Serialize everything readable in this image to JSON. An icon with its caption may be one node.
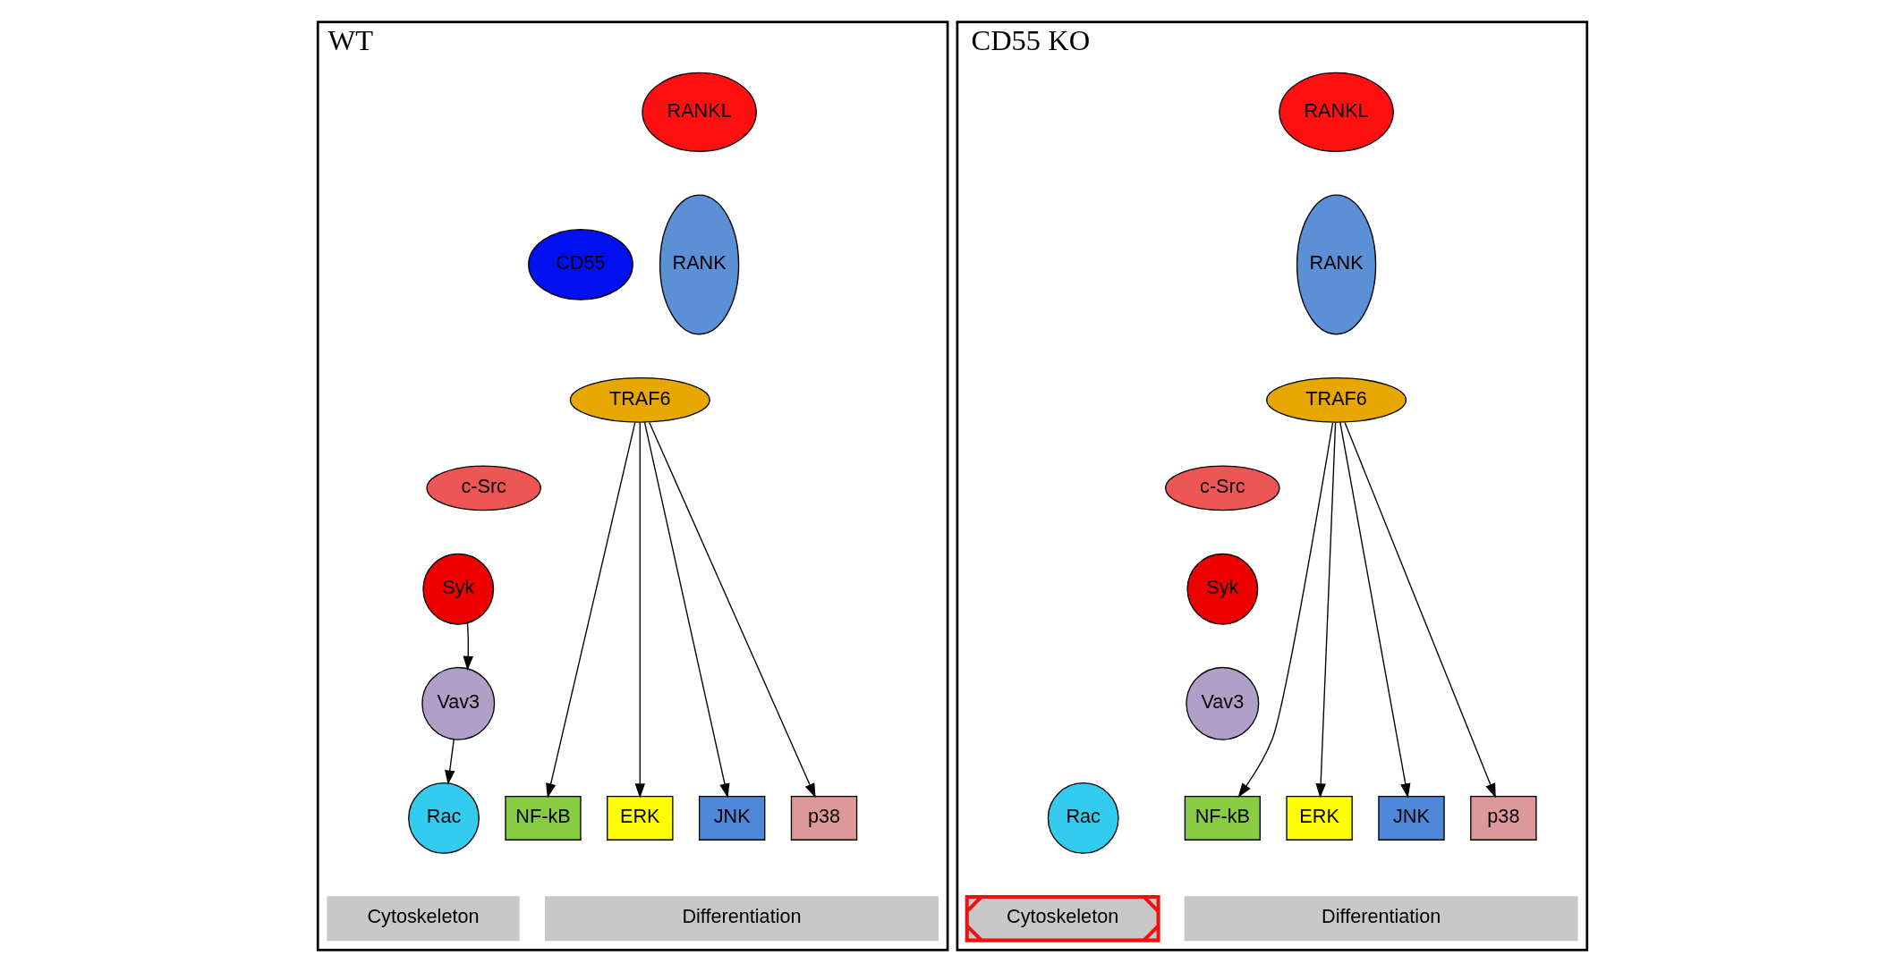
{
  "diagram": {
    "nodes": [
      {
        "text": [
          "WT"
        ]
      },
      {
        "text": [
          "RANKL"
        ],
        "in": 0
      },
      {
        "text": [
          "RANK"
        ],
        "in": 0
      },
      {
        "text": [
          "CD55"
        ],
        "in": 0
      },
      {
        "text": [
          "TRAF6"
        ],
        "in": 0
      },
      {
        "text": [
          "c-Src"
        ],
        "in": 0
      },
      {
        "text": [
          "Syk"
        ],
        "in": 0
      },
      {
        "text": [
          "Vav3"
        ],
        "in": 0
      },
      {
        "text": [
          "Rac"
        ],
        "in": 0
      },
      {
        "text": [
          "NF-kB"
        ],
        "in": 0
      },
      {
        "text": [
          "ERK"
        ],
        "in": 0
      },
      {
        "text": [
          "JNK"
        ],
        "in": 0
      },
      {
        "text": [
          "p38"
        ],
        "in": 0
      },
      {
        "text": [
          "Differentiation"
        ],
        "in": 0
      },
      {
        "text": [
          "Cytoskeleton"
        ],
        "in": 0
      },
      {
        "text": [
          "CD55 KO"
        ]
      },
      {
        "text": [
          "RANKL"
        ],
        "in": 15
      },
      {
        "text": [
          "RANK"
        ],
        "in": 15
      },
      {
        "text": [
          "TRAF6"
        ],
        "in": 15
      },
      {
        "text": [
          "c-Src"
        ],
        "in": 15
      },
      {
        "text": [
          "Syk"
        ],
        "in": 15
      },
      {
        "text": [
          "Vav3"
        ],
        "in": 15
      },
      {
        "text": [
          "Rac"
        ],
        "in": 15
      },
      {
        "text": [
          "NF-kB"
        ],
        "in": 15
      },
      {
        "text": [
          "ERK"
        ],
        "in": 15
      },
      {
        "text": [
          "JNK"
        ],
        "in": 15
      },
      {
        "text": [
          "p38"
        ],
        "in": 15
      },
      {
        "text": [
          "Differentiation"
        ],
        "in": 15
      },
      {
        "text": [
          "Cytoskeleton"
        ],
        "in": 15
      }
    ],
    "edges": [
      {
        "from": 4,
        "to": 9,
        "arrow": "to"
      },
      {
        "from": 4,
        "to": 10,
        "arrow": "to"
      },
      {
        "from": 4,
        "to": 11,
        "arrow": "to"
      },
      {
        "from": 4,
        "to": 12,
        "arrow": "to"
      },
      {
        "from": 6,
        "to": 7,
        "arrow": "to"
      },
      {
        "from": 7,
        "to": 8,
        "arrow": "to"
      },
      {
        "from": 18,
        "to": 23,
        "arrow": "to"
      },
      {
        "from": 18,
        "to": 24,
        "arrow": "to"
      },
      {
        "from": 18,
        "to": 25,
        "arrow": "to"
      },
      {
        "from": 18,
        "to": 26,
        "arrow": "to"
      }
    ]
  }
}
